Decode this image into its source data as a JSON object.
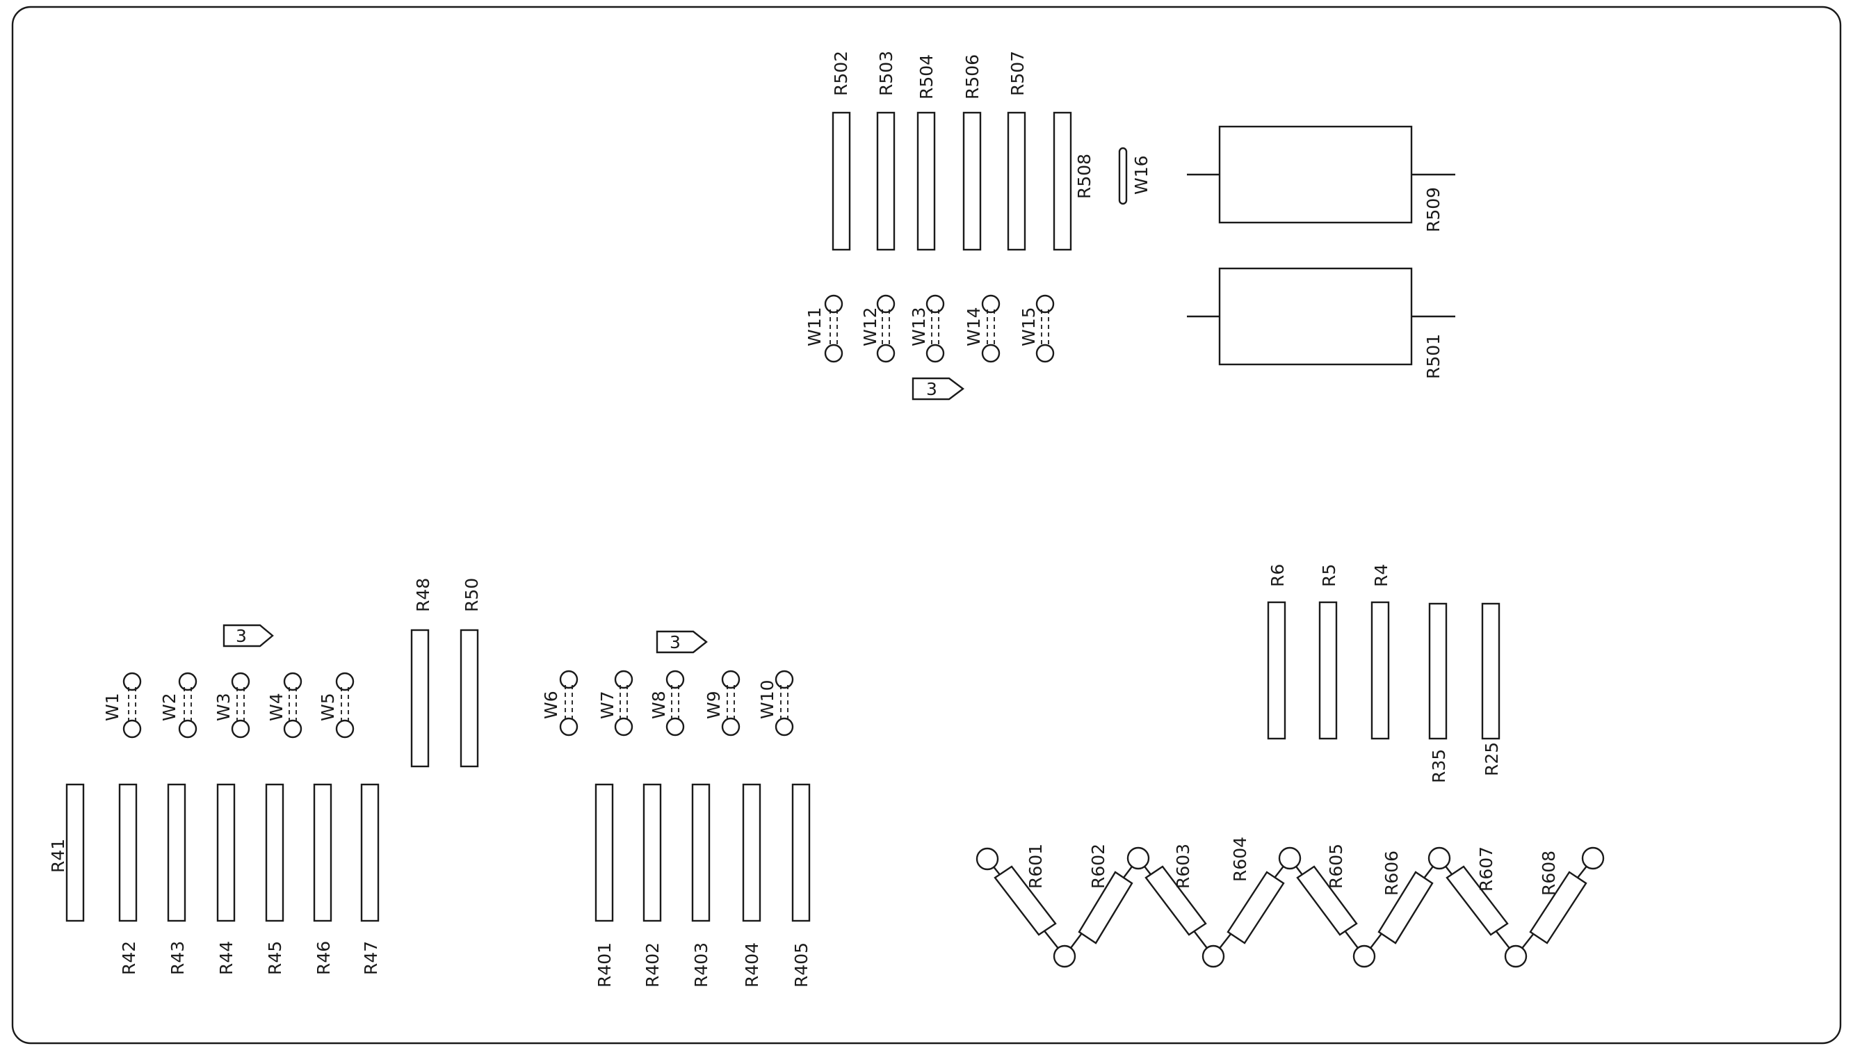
{
  "colors": {
    "ink": "#1a1a1a",
    "paper": "#ffffff"
  },
  "resistors": {
    "R502": "R502",
    "R503": "R503",
    "R504": "R504",
    "R506": "R506",
    "R507": "R507",
    "R508": "R508",
    "R509": "R509",
    "R501": "R501",
    "R41": "R41",
    "R42": "R42",
    "R43": "R43",
    "R44": "R44",
    "R45": "R45",
    "R46": "R46",
    "R47": "R47",
    "R48": "R48",
    "R50": "R50",
    "R401": "R401",
    "R402": "R402",
    "R403": "R403",
    "R404": "R404",
    "R405": "R405",
    "R6": "R6",
    "R5": "R5",
    "R4": "R4",
    "R35": "R35",
    "R25": "R25",
    "R601": "R601",
    "R602": "R602",
    "R603": "R603",
    "R604": "R604",
    "R605": "R605",
    "R606": "R606",
    "R607": "R607",
    "R608": "R608"
  },
  "jumpers": {
    "W1": "W1",
    "W2": "W2",
    "W3": "W3",
    "W4": "W4",
    "W5": "W5",
    "W6": "W6",
    "W7": "W7",
    "W8": "W8",
    "W9": "W9",
    "W10": "W10",
    "W11": "W11",
    "W12": "W12",
    "W13": "W13",
    "W14": "W14",
    "W15": "W15",
    "W16": "W16"
  },
  "tags": {
    "tag_upper": "3",
    "tag_left": "3",
    "tag_mid": "3"
  }
}
